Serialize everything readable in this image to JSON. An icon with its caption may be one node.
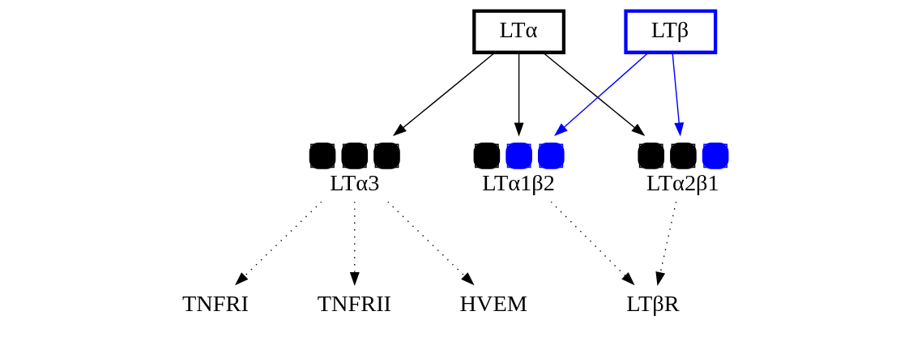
{
  "diagram": {
    "nodes": [
      {
        "text": [
          "LTα"
        ]
      },
      {
        "text": [
          "LTβ"
        ]
      },
      {
        "text": [
          "LTα3"
        ]
      },
      {
        "text": [
          "LTα1β2"
        ]
      },
      {
        "text": [
          "LTα2β1"
        ]
      },
      {
        "text": [
          "TNFRI"
        ]
      },
      {
        "text": [
          "TNFRII"
        ]
      },
      {
        "text": [
          "HVEM"
        ]
      },
      {
        "text": [
          "LTβR"
        ]
      }
    ],
    "edges": [
      {
        "from": 0,
        "to": 2,
        "arrow": "to"
      },
      {
        "from": 0,
        "to": 3,
        "arrow": "to"
      },
      {
        "from": 0,
        "to": 4,
        "arrow": "to"
      },
      {
        "from": 1,
        "to": 3,
        "arrow": "to",
        "color": "#0000ff"
      },
      {
        "from": 1,
        "to": 4,
        "arrow": "to",
        "color": "#0000ff"
      },
      {
        "from": 2,
        "to": 5,
        "arrow": "to",
        "style": "dashed"
      },
      {
        "from": 2,
        "to": 6,
        "arrow": "to",
        "style": "dashed"
      },
      {
        "from": 2,
        "to": 7,
        "arrow": "to",
        "style": "dashed"
      },
      {
        "from": 3,
        "to": 8,
        "arrow": "to",
        "style": "dashed"
      },
      {
        "from": 4,
        "to": 8,
        "arrow": "to",
        "style": "dashed"
      }
    ]
  }
}
